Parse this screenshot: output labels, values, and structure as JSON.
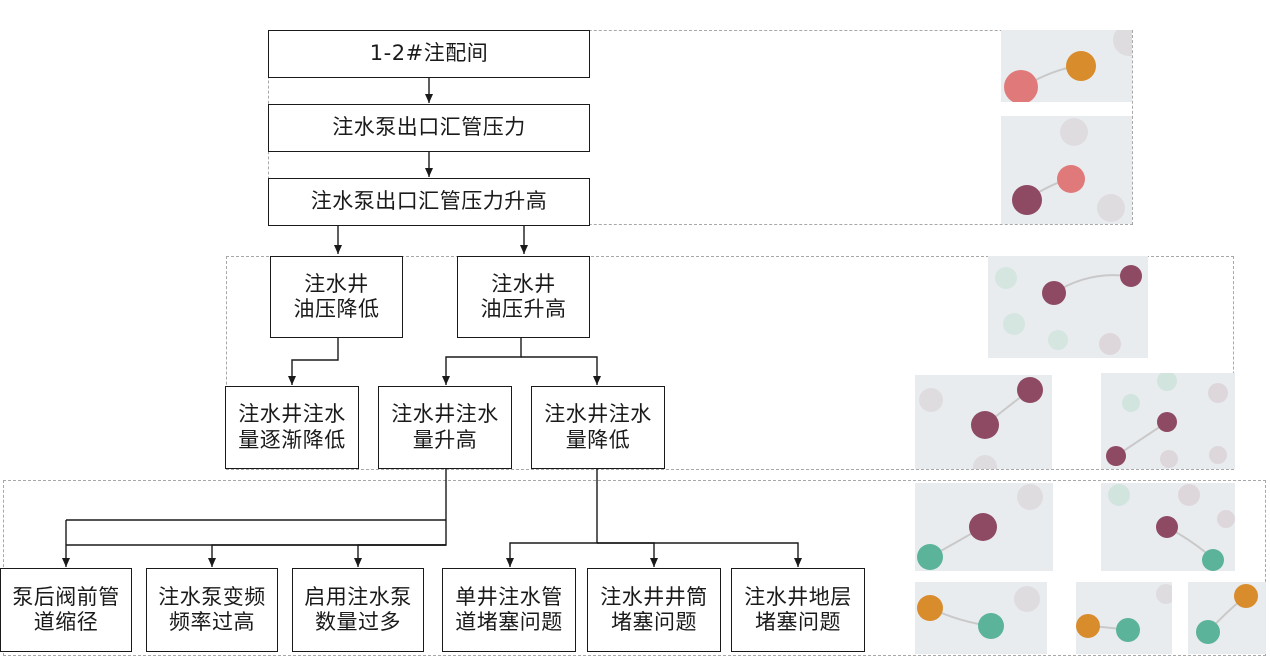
{
  "nodes": {
    "station": "1-2#注配间",
    "pump_pressure": "注水泵出口汇管压力",
    "pump_pressure_rise": "注水泵出口汇管压力升高",
    "well_oil_pressure_drop": "注水井\n油压降低",
    "well_oil_pressure_rise": "注水井\n油压升高",
    "injection_gradual_drop": "注水井注水\n量逐渐降低",
    "injection_rise": "注水井注水\n量升高",
    "injection_drop": "注水井注水\n量降低",
    "cause_valve_diameter": "泵后阀前管\n道缩径",
    "cause_pump_frequency": "注水泵变频\n频率过高",
    "cause_pump_count": "启用注水泵\n数量过多",
    "cause_single_well_pipe": "单井注水管\n道堵塞问题",
    "cause_wellbore": "注水井井筒\n堵塞问题",
    "cause_formation": "注水井地层\n堵塞问题"
  },
  "colors": {
    "line": "#1a1a1a",
    "group_border": "#a8a8a8",
    "thumb_bg": "#e9ecef",
    "node_orange": "#d98c2b",
    "node_pink": "#e07a7a",
    "node_maroon": "#8e4a62",
    "node_teal": "#5bb39a",
    "node_faded": "#d9d2d6",
    "node_faded_teal": "#cfe3dc"
  },
  "thumbnails": [
    {
      "id": "thumb-1"
    },
    {
      "id": "thumb-2"
    },
    {
      "id": "thumb-3"
    },
    {
      "id": "thumb-4"
    },
    {
      "id": "thumb-5"
    },
    {
      "id": "thumb-6"
    },
    {
      "id": "thumb-7"
    },
    {
      "id": "thumb-8"
    },
    {
      "id": "thumb-9"
    },
    {
      "id": "thumb-10"
    }
  ]
}
